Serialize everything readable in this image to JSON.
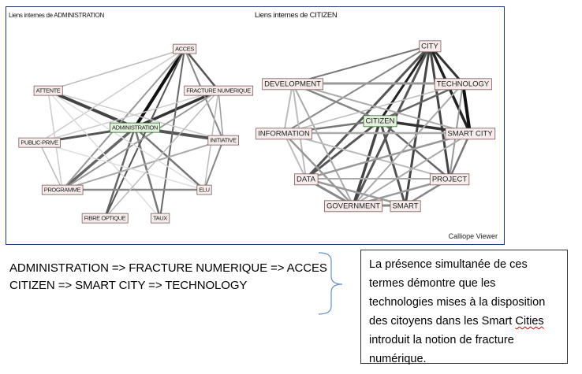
{
  "viewer": {
    "left_title": "Liens internes de ADMINISTRATION",
    "right_title": "Liens internes de CITIZEN",
    "footer": "Calliope Viewer"
  },
  "graphs": {
    "left": {
      "nodes": [
        "ACCES",
        "ATTENTE",
        "FRACTURE NUMERIQUE",
        "ADMINISTRATION",
        "PUBLIC-PRIVE",
        "INITIATIVE",
        "PROGRAMME",
        "ELU",
        "FIBRE OPTIQUE",
        "TAUX"
      ],
      "center": "ADMINISTRATION"
    },
    "right": {
      "nodes": [
        "CITY",
        "DEVELOPMENT",
        "TECHNOLOGY",
        "CITIZEN",
        "INFORMATION",
        "SMART CITY",
        "DATA",
        "PROJECT",
        "GOVERNMENT",
        "SMART"
      ],
      "center": "CITIZEN"
    }
  },
  "text": {
    "line1": "ADMINISTRATION => FRACTURE NUMERIQUE => ACCES",
    "line2": "CITIZEN => SMART CITY => TECHNOLOGY",
    "note_lines": [
      "La présence simultanée de ces",
      "termes démontre que les",
      "technologies mises à la disposition",
      "des citoyens dans les Smart "
    ],
    "note_spell": "Cities",
    "note_tail": [
      "introduit la notion de fracture",
      "numérique."
    ]
  }
}
